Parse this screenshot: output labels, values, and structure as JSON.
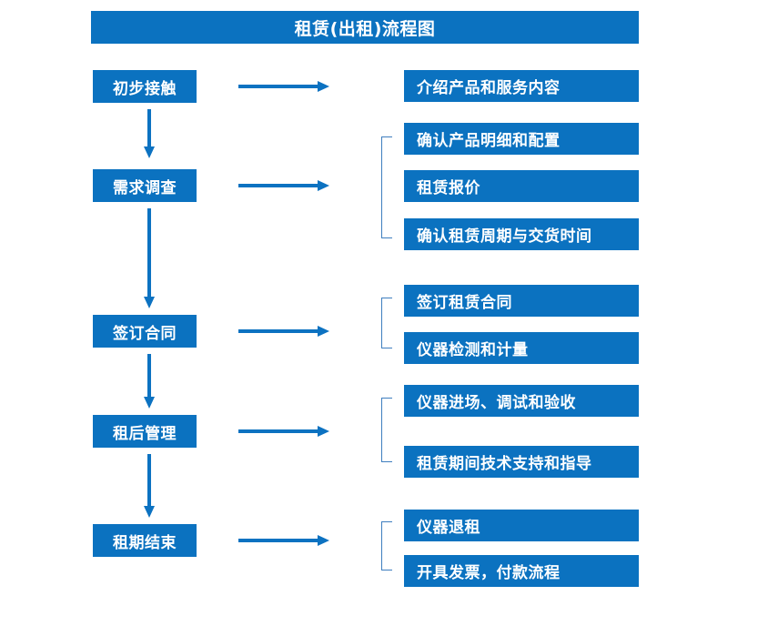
{
  "diagram": {
    "title": "租赁(出租)流程图",
    "theme": {
      "box_fill": "#0B72C0",
      "box_text": "#FFFFFF",
      "arrow_color": "#0C72C1",
      "bracket_color": "#3E7EBF",
      "background": "#FFFFFF"
    },
    "stages": [
      {
        "id": "stage-1",
        "label": "初步接触"
      },
      {
        "id": "stage-2",
        "label": "需求调查"
      },
      {
        "id": "stage-3",
        "label": "签订合同"
      },
      {
        "id": "stage-4",
        "label": "租后管理"
      },
      {
        "id": "stage-5",
        "label": "租期结束"
      }
    ],
    "details": [
      {
        "id": "detail-1",
        "stage": "初步接触",
        "label": "介绍产品和服务内容"
      },
      {
        "id": "detail-2",
        "stage": "需求调查",
        "label": "确认产品明细和配置"
      },
      {
        "id": "detail-3",
        "stage": "需求调查",
        "label": "租赁报价"
      },
      {
        "id": "detail-4",
        "stage": "需求调查",
        "label": "确认租赁周期与交货时间"
      },
      {
        "id": "detail-5",
        "stage": "签订合同",
        "label": "签订租赁合同"
      },
      {
        "id": "detail-6",
        "stage": "签订合同",
        "label": "仪器检测和计量"
      },
      {
        "id": "detail-7",
        "stage": "租后管理",
        "label": "仪器进场、调试和验收"
      },
      {
        "id": "detail-8",
        "stage": "租后管理",
        "label": "租赁期间技术支持和指导"
      },
      {
        "id": "detail-9",
        "stage": "租期结束",
        "label": "仪器退租"
      },
      {
        "id": "detail-10",
        "stage": "租期结束",
        "label": "开具发票，付款流程"
      }
    ],
    "connectors": {
      "horizontal_arrow_count": 5,
      "vertical_arrow_count": 4,
      "bracket_count": 4
    }
  }
}
